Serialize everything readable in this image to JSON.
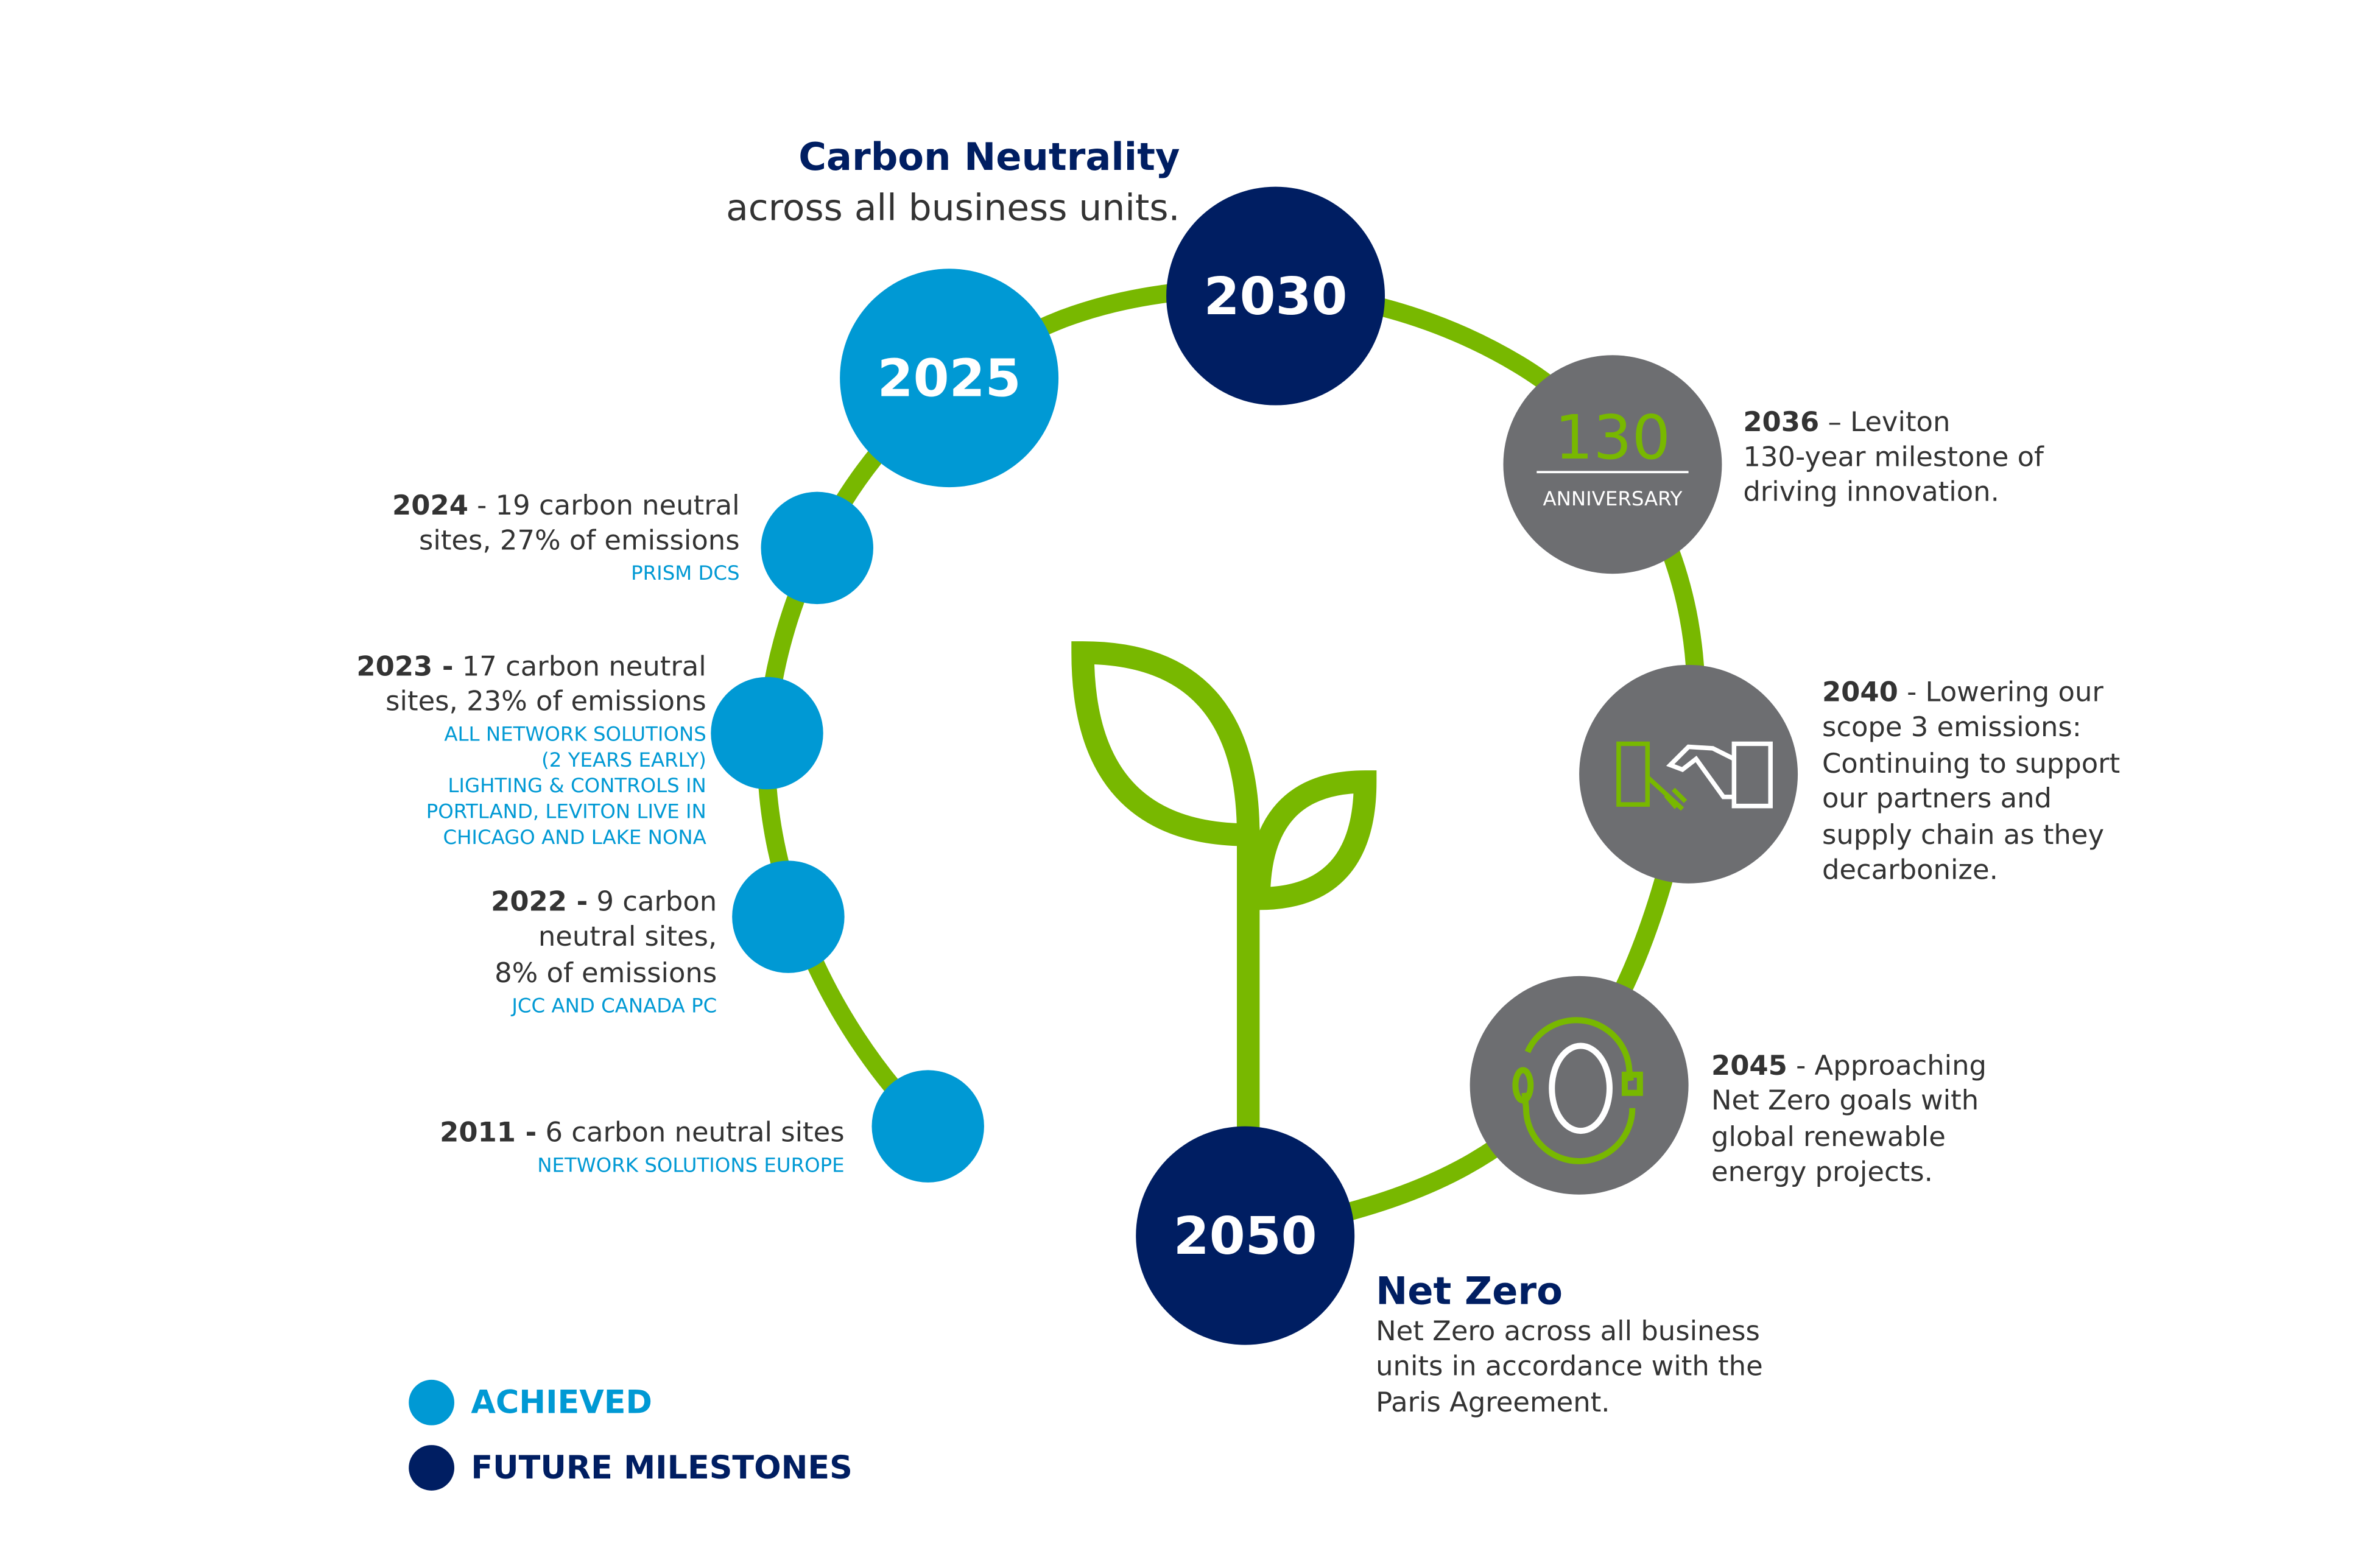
{
  "colors": {
    "achieved": "#0099d4",
    "future": "#001e62",
    "milestone": "#6d6e71",
    "path": "#78b800",
    "text": "#333333"
  },
  "header": {
    "title": "Carbon Neutrality",
    "subtitle": "across all business units."
  },
  "milestones": {
    "y2025": "2025",
    "y2030": "2030",
    "y2050": "2050",
    "m2024": {
      "year": "2024",
      "lines": [
        " - 19 carbon neutral",
        "sites, 27% of emissions"
      ],
      "note": [
        "PRISM DCS"
      ]
    },
    "m2023": {
      "year": "2023 -",
      "lines": [
        " 17 carbon neutral",
        "sites, 23% of emissions"
      ],
      "note": [
        "ALL NETWORK SOLUTIONS",
        "(2 YEARS EARLY)",
        "LIGHTING & CONTROLS IN",
        "PORTLAND, LEVITON LIVE IN",
        "CHICAGO AND LAKE NONA"
      ]
    },
    "m2022": {
      "year": "2022 -",
      "lines": [
        " 9 carbon",
        "neutral sites,",
        "8% of emissions"
      ],
      "note": [
        "JCC AND CANADA PC"
      ]
    },
    "m2011": {
      "year": "2011 -",
      "lines": [
        " 6 carbon neutral sites"
      ],
      "note": [
        "NETWORK SOLUTIONS EUROPE"
      ]
    },
    "m2036": {
      "year": "2036",
      "lines": [
        " – Leviton",
        "130-year milestone of",
        "driving innovation."
      ],
      "badge_number": "130",
      "badge_label": "ANNIVERSARY"
    },
    "m2040": {
      "year": "2040",
      "lines": [
        " - Lowering our",
        "scope 3 emissions:",
        "Continuing to support",
        "our partners and",
        "supply chain as they",
        "decarbonize."
      ]
    },
    "m2045": {
      "year": "2045",
      "lines": [
        " - Approaching",
        "Net Zero goals with",
        "global renewable",
        "energy projects."
      ]
    },
    "m2050": {
      "title": "Net Zero",
      "lines": [
        "Net Zero across all business",
        "units in accordance with the",
        "Paris Agreement."
      ]
    }
  },
  "legend": {
    "achieved": "ACHIEVED",
    "future": "FUTURE MILESTONES"
  }
}
